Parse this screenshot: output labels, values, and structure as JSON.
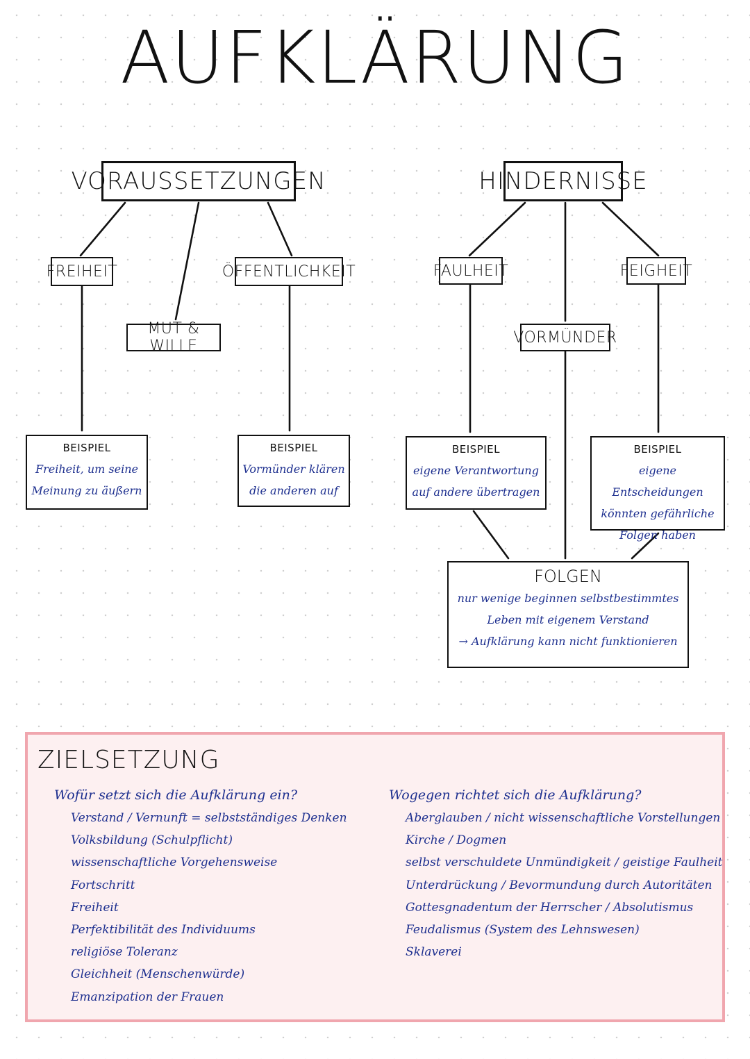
{
  "title": "AUFKLÄRUNG",
  "voraussetzungen": {
    "label": "VORAUSSETZUNGEN",
    "freiheit": {
      "label": "FREIHEIT",
      "example_head": "BEISPIEL",
      "example_lines": [
        "Freiheit, um seine",
        "Meinung zu äußern"
      ]
    },
    "mut": {
      "label": "MUT & WILLE"
    },
    "oeffentlichkeit": {
      "label": "ÖFFENTLICHKEIT",
      "example_head": "BEISPIEL",
      "example_lines": [
        "Vormünder klären",
        "die anderen auf"
      ]
    }
  },
  "hindernisse": {
    "label": "HINDERNISSE",
    "faulheit": {
      "label": "FAULHEIT",
      "example_head": "BEISPIEL",
      "example_lines": [
        "eigene Verantwortung",
        "auf andere übertragen"
      ]
    },
    "vormuender": {
      "label": "VORMÜNDER"
    },
    "feigheit": {
      "label": "FEIGHEIT",
      "example_head": "BEISPIEL",
      "example_lines": [
        "eigene Entscheidungen",
        "könnten gefährliche",
        "Folgen haben"
      ]
    }
  },
  "folgen": {
    "head": "FOLGEN",
    "lines": [
      "nur wenige beginnen selbstbestimmtes",
      "Leben mit eigenem Verstand",
      "→ Aufklärung kann nicht funktionieren"
    ]
  },
  "zielsetzung": {
    "title": "ZIELSETZUNG",
    "left": {
      "question": "Wofür setzt sich die Aufklärung ein?",
      "items": [
        "Verstand / Vernunft = selbstständiges Denken",
        "Volksbildung (Schulpflicht)",
        "wissenschaftliche Vorgehensweise",
        "Fortschritt",
        "Freiheit",
        "Perfektibilität des Individuums",
        "religiöse Toleranz",
        "Gleichheit (Menschenwürde)",
        "Emanzipation der Frauen"
      ]
    },
    "right": {
      "question": "Wogegen richtet sich die Aufklärung?",
      "items": [
        "Aberglauben / nicht wissenschaftliche Vorstellungen",
        "Kirche / Dogmen",
        "selbst verschuldete Unmündigkeit / geistige Faulheit",
        "Unterdrückung / Bevormundung durch Autoritäten",
        "Gottesgnadentum der Herrscher / Absolutismus",
        "Feudalismus (System des Lehnswesen)",
        "Sklaverei"
      ]
    }
  },
  "colors": {
    "ink": "#111111",
    "blue_ink": "#1d2f8f",
    "goal_border": "#f0a6ae",
    "goal_fill": "#fdf0f1"
  }
}
